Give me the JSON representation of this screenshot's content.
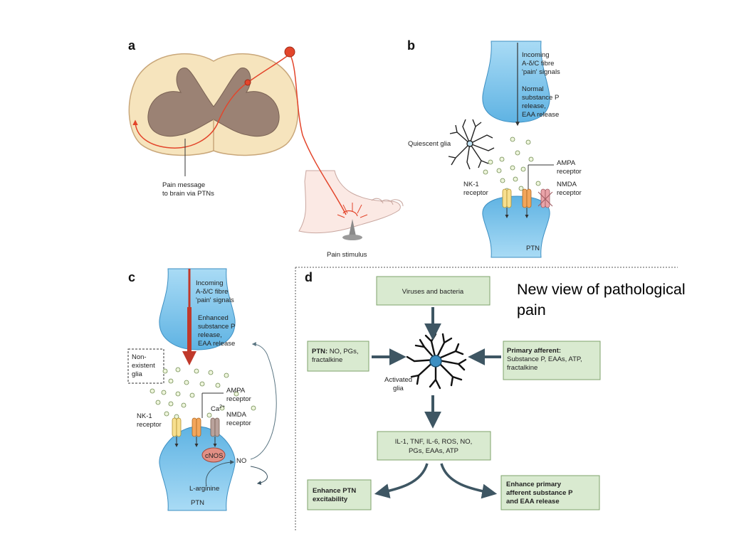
{
  "title": {
    "line1": "New view of pathological",
    "line2": "pain"
  },
  "panel_a": {
    "label": "a",
    "pain_message": [
      "Pain message",
      "to brain via PTNs"
    ],
    "pain_stimulus": "Pain stimulus"
  },
  "panel_b": {
    "label": "b",
    "incoming": [
      "Incoming",
      "A-δ/C fibre",
      "'pain' signals"
    ],
    "release": [
      "Normal",
      "substance P",
      "release,",
      "EAA release"
    ],
    "glia": "Quiescent glia",
    "ampa": [
      "AMPA",
      "receptor"
    ],
    "nk1": [
      "NK-1",
      "receptor"
    ],
    "nmda": [
      "NMDA",
      "receptor"
    ],
    "ptn": "PTN"
  },
  "panel_c": {
    "label": "c",
    "incoming": [
      "Incoming",
      "A-δ/C fibre",
      "'pain' signals"
    ],
    "release": [
      "Enhanced",
      "substance P",
      "release,",
      "EAA release"
    ],
    "glia": [
      "Non-",
      "existent",
      "glia"
    ],
    "ampa": [
      "AMPA",
      "receptor"
    ],
    "ca_base": "Ca",
    "ca_sup": "2+",
    "nmda": [
      "NMDA",
      "receptor"
    ],
    "nk1": [
      "NK-1",
      "receptor"
    ],
    "cnos": "cNOS",
    "no": "NO",
    "arginine": "L-arginine",
    "ptn": "PTN"
  },
  "panel_d": {
    "label": "d",
    "viruses": "Viruses and bacteria",
    "ptn_bold": "PTN:",
    "ptn_rest": " NO, PGs,",
    "ptn_line2": "fractalkine",
    "pa_bold": "Primary afferent:",
    "pa_lines": [
      "Substance P, EAAs, ATP,",
      "fractalkine"
    ],
    "activated": [
      "Activated",
      "glia"
    ],
    "mediators": [
      "IL-1, TNF, IL-6, ROS, NO,",
      "PGs, EAAs, ATP"
    ],
    "enhance_ptn": [
      "Enhance PTN",
      "excitability"
    ],
    "enhance_pa": [
      "Enhance primary",
      "afferent substance P",
      "and EAA release"
    ]
  },
  "colors": {
    "neuron_blue": "#7cc4ea",
    "box_green": "#d9ead0",
    "pain_red": "#e3452b",
    "arrow_slate": "#3e5663",
    "grey_matter": "#9b8274",
    "white_matter": "#f6e4bd"
  }
}
